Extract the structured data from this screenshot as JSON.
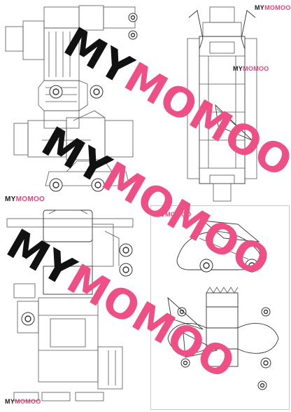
{
  "brand": {
    "part1": "MY",
    "part2": "MOMOO",
    "accent_color": "#e8457a",
    "dark_color": "#1a1a1a"
  },
  "watermark": {
    "part1": "MY",
    "part2": "MOMOO",
    "color_dark": "#111111",
    "color_pink": "#ee4f85"
  },
  "sheets": [
    {
      "id": "top-left",
      "content": "car-template-top-left"
    },
    {
      "id": "top-right",
      "content": "car-template-long-vehicle"
    },
    {
      "id": "bottom-left",
      "content": "car-template-jeep"
    },
    {
      "id": "bottom-right",
      "content": "car-template-round-car"
    }
  ]
}
